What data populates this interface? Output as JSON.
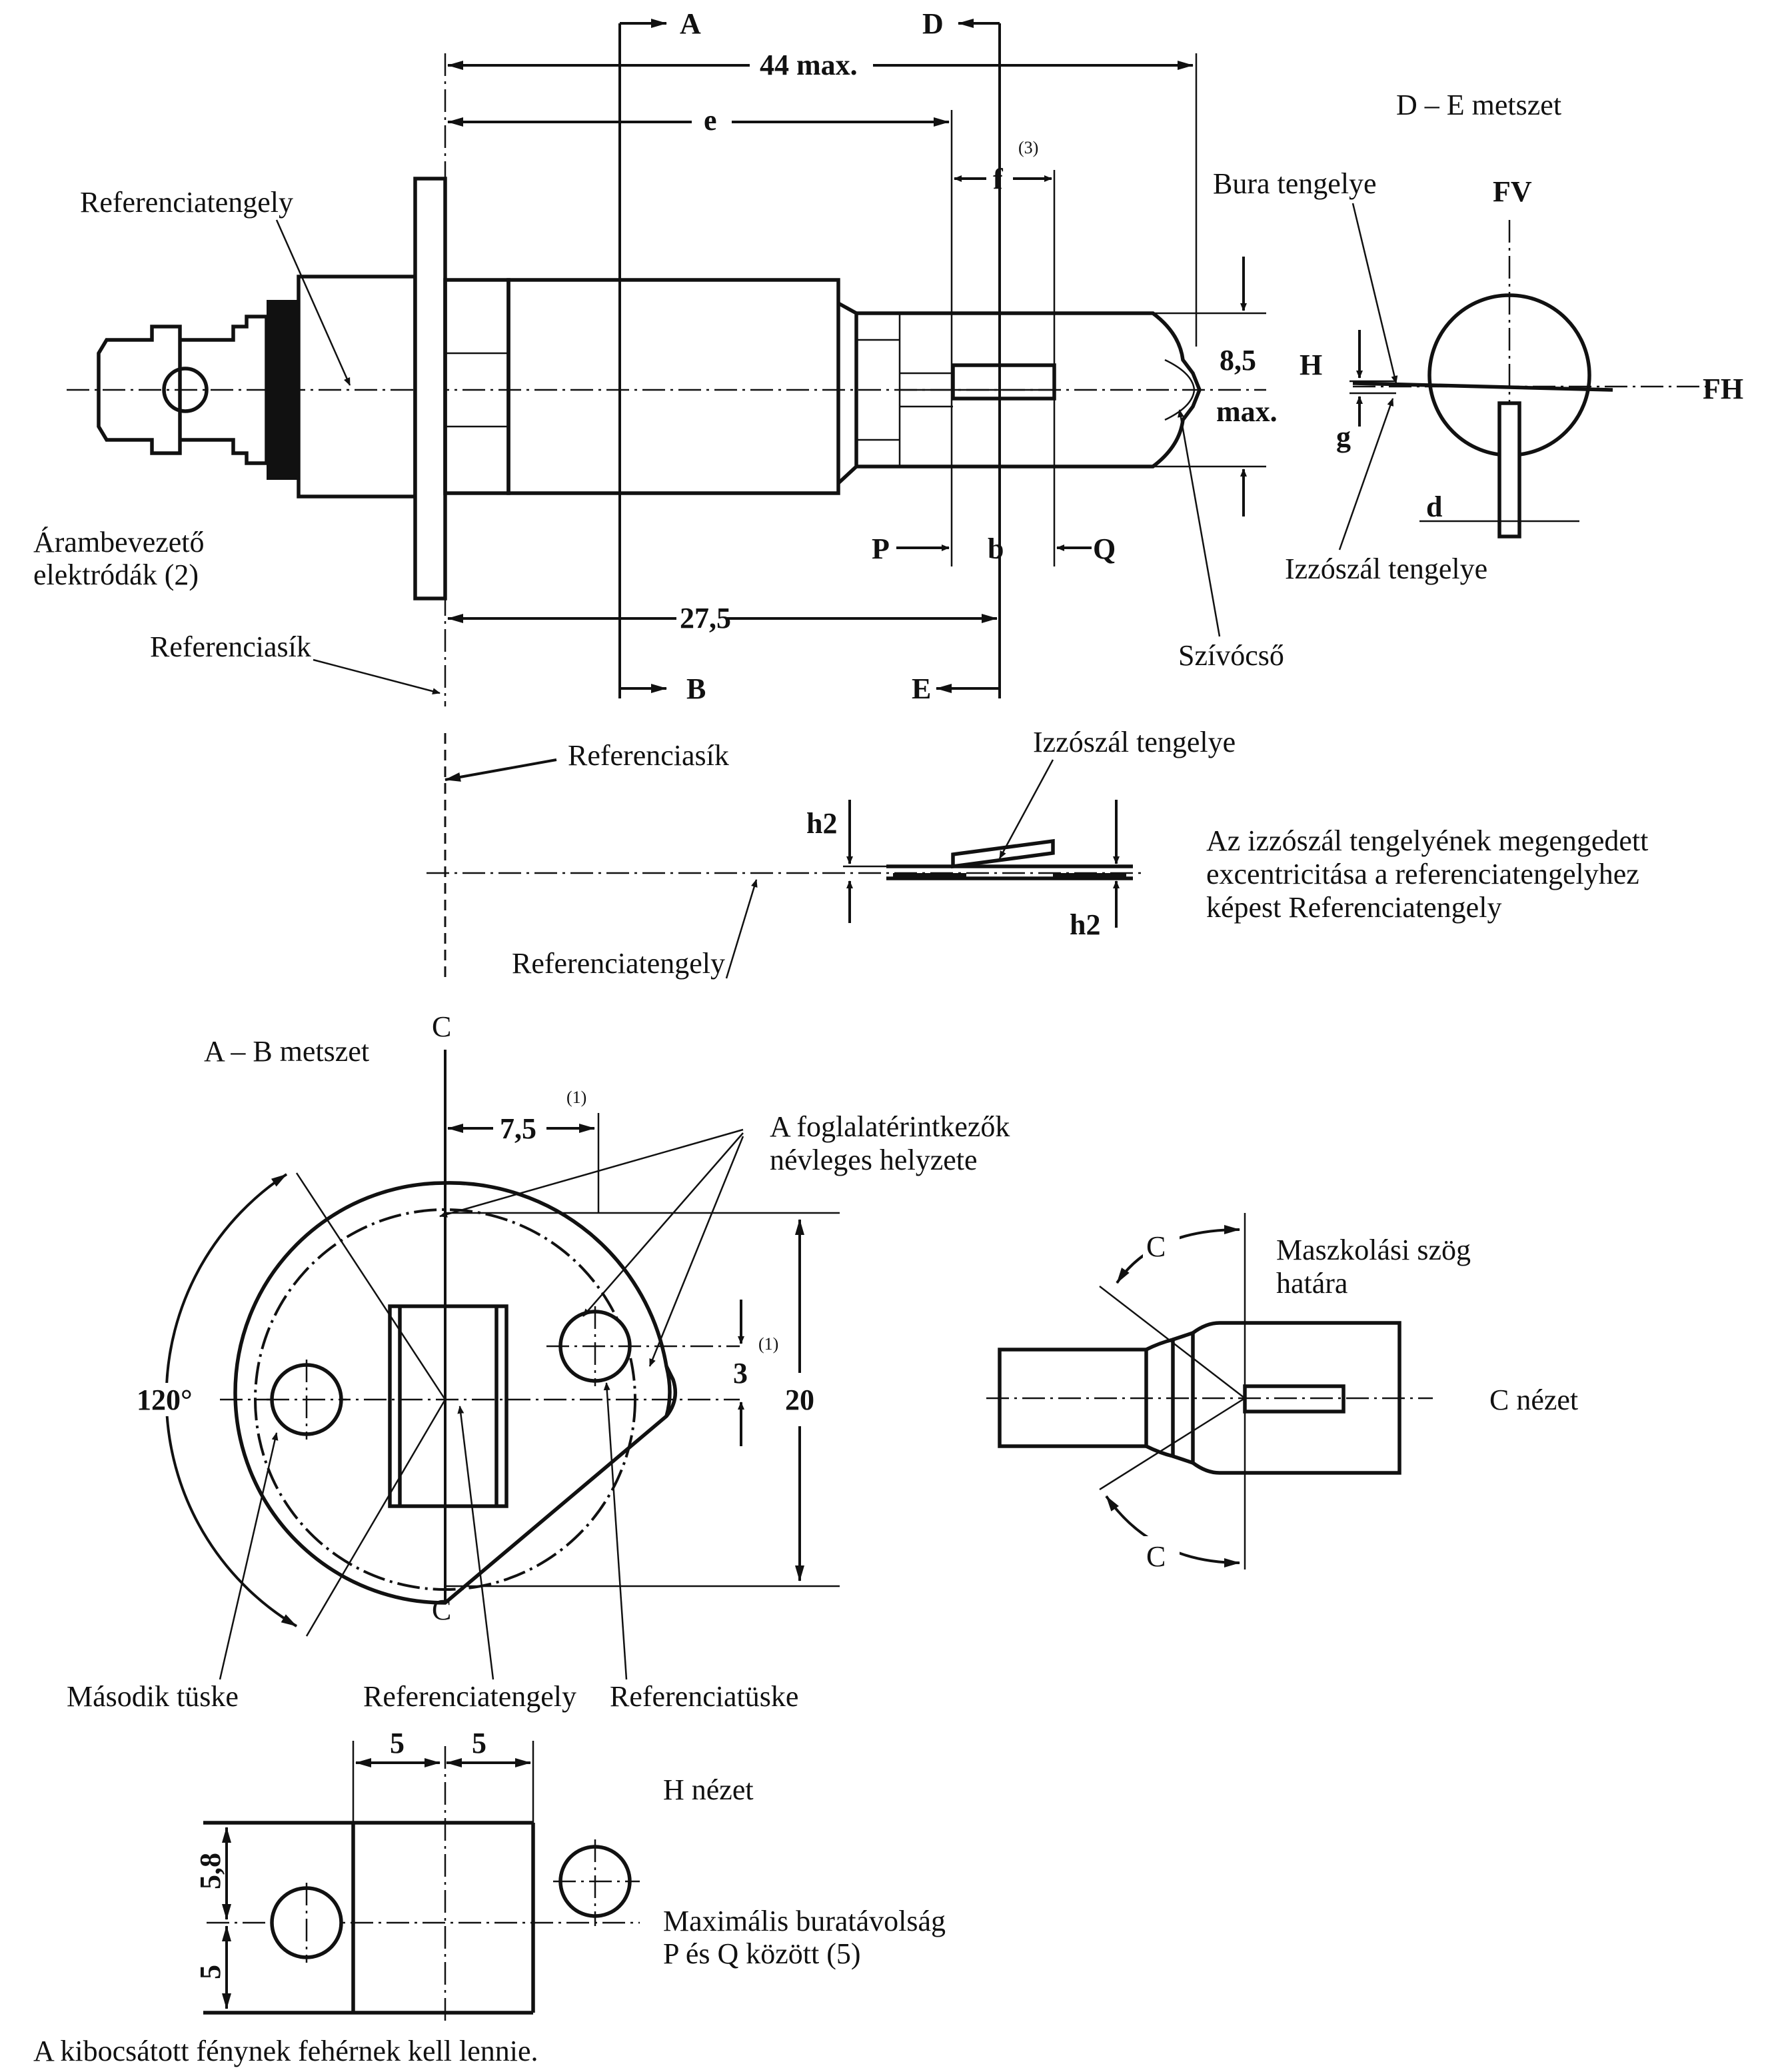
{
  "labels": {
    "sec_A": "A",
    "sec_B": "B",
    "sec_D": "D",
    "sec_E": "E",
    "dim_44max": "44 max.",
    "dim_e": "e",
    "dim_f": "f",
    "note3_top": "(3)",
    "de_metszet": "D – E metszet",
    "bura_tengelye": "Bura tengelye",
    "fv": "FV",
    "fh": "FH",
    "dim_8_5": "8,5",
    "max": "max.",
    "h": "H",
    "g": "g",
    "d": "d",
    "referenciatengely_top": "Referenciatengely",
    "arambevezeto_1": "Árambevezető",
    "arambevezeto_2": "elektródák (2)",
    "p": "P",
    "b": "b",
    "q": "Q",
    "izzoszal_tengelye_right": "Izzószál tengelye",
    "dim_27_5": "27,5",
    "referenciasik_1": "Referenciasík",
    "szivocso": "Szívócső",
    "referenciasik_2": "Referenciasík",
    "izzoszal_tengelye_mid": "Izzószál tengelye",
    "h2": "h2",
    "eccentricity_1": "Az izzószál tengelyének megengedett",
    "eccentricity_2": "excentricitása a referenciatengelyhez",
    "eccentricity_3": "képest Referenciatengely",
    "referenciatengely_mid": "Referenciatengely",
    "c_top": "C",
    "ab_metszet": "A – B metszet",
    "dim_7_5": "7,5",
    "note1_a": "(1)",
    "foglalat_1": "A foglalatérintkezők",
    "foglalat_2": "névleges helyzete",
    "note1_b": "(1)",
    "dim_3": "3",
    "dim_20": "20",
    "angle_120": "120°",
    "c_bottom": "C",
    "maszkolasi_1": "Maszkolási szög",
    "maszkolasi_2": "határa",
    "c_view": "C nézet",
    "c_angle_1": "C",
    "c_angle_2": "C",
    "masodik_tuske": "Második tüske",
    "referenciatengely_bottom": "Referenciatengely",
    "referenciatuske": "Referenciatüske",
    "dim_5a": "5",
    "dim_5b": "5",
    "h_nezet": "H nézet",
    "dim_5_8": "5,8",
    "dim_5c": "5",
    "max_buratavolsag_1": "Maximális buratávolság",
    "max_buratavolsag_2": "P és Q között (5)",
    "footer": "A kibocsátott fénynek fehérnek kell lennie."
  }
}
